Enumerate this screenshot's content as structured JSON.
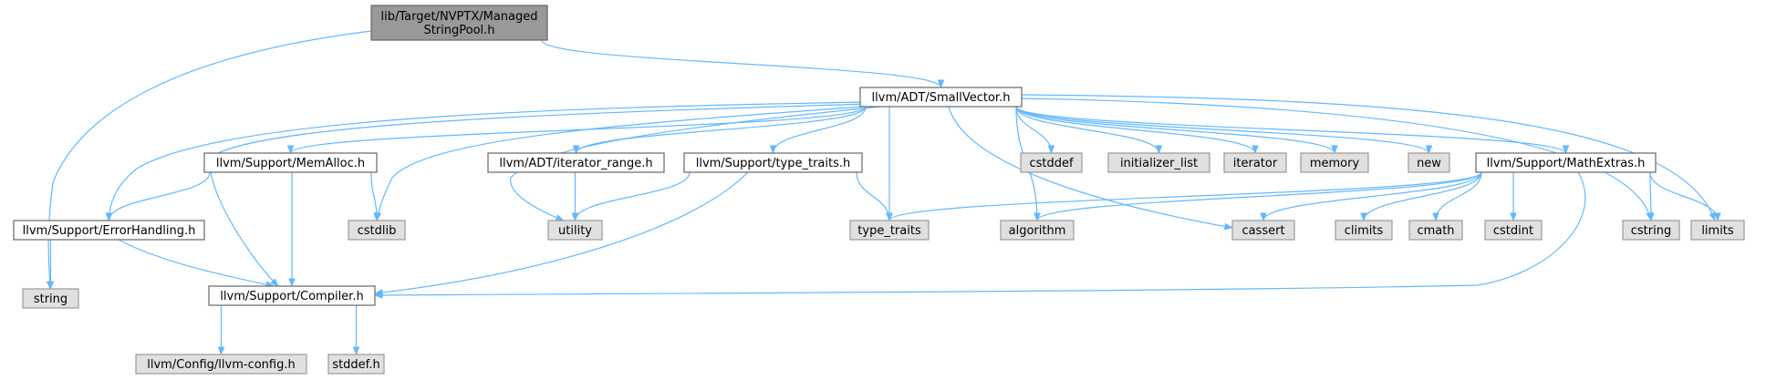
{
  "colors": {
    "edge": "#63b8ff",
    "root_fill": "#999999",
    "linked_fill": "#ffffff",
    "external_fill": "#e0e0e0",
    "border": "#666666"
  },
  "nodes": {
    "root": {
      "lines": [
        "lib/Target/NVPTX/Managed",
        "StringPool.h"
      ],
      "kind": "root"
    },
    "smallvector": {
      "lines": [
        "llvm/ADT/SmallVector.h"
      ],
      "kind": "link"
    },
    "string": {
      "lines": [
        "string"
      ],
      "kind": "ext"
    },
    "memalloc": {
      "lines": [
        "llvm/Support/MemAlloc.h"
      ],
      "kind": "link"
    },
    "iterator_range": {
      "lines": [
        "llvm/ADT/iterator_range.h"
      ],
      "kind": "link"
    },
    "type_traits_h": {
      "lines": [
        "llvm/Support/type_traits.h"
      ],
      "kind": "link"
    },
    "cstddef": {
      "lines": [
        "cstddef"
      ],
      "kind": "ext"
    },
    "initializer_list": {
      "lines": [
        "initializer_list"
      ],
      "kind": "ext"
    },
    "iterator": {
      "lines": [
        "iterator"
      ],
      "kind": "ext"
    },
    "memory": {
      "lines": [
        "memory"
      ],
      "kind": "ext"
    },
    "new": {
      "lines": [
        "new"
      ],
      "kind": "ext"
    },
    "mathextras": {
      "lines": [
        "llvm/Support/MathExtras.h"
      ],
      "kind": "link"
    },
    "errorhandling": {
      "lines": [
        "llvm/Support/ErrorHandling.h"
      ],
      "kind": "link"
    },
    "cstdlib": {
      "lines": [
        "cstdlib"
      ],
      "kind": "ext"
    },
    "utility": {
      "lines": [
        "utility"
      ],
      "kind": "ext"
    },
    "type_traits": {
      "lines": [
        "type_traits"
      ],
      "kind": "ext"
    },
    "algorithm": {
      "lines": [
        "algorithm"
      ],
      "kind": "ext"
    },
    "cassert": {
      "lines": [
        "cassert"
      ],
      "kind": "ext"
    },
    "climits": {
      "lines": [
        "climits"
      ],
      "kind": "ext"
    },
    "cmath": {
      "lines": [
        "cmath"
      ],
      "kind": "ext"
    },
    "cstdint": {
      "lines": [
        "cstdint"
      ],
      "kind": "ext"
    },
    "cstring": {
      "lines": [
        "cstring"
      ],
      "kind": "ext"
    },
    "limits": {
      "lines": [
        "limits"
      ],
      "kind": "ext"
    },
    "compiler": {
      "lines": [
        "llvm/Support/Compiler.h"
      ],
      "kind": "link"
    },
    "llvm_config": {
      "lines": [
        "llvm/Config/llvm-config.h"
      ],
      "kind": "ext"
    },
    "stddef": {
      "lines": [
        "stddef.h"
      ],
      "kind": "ext"
    }
  },
  "edges": [
    [
      "root",
      "smallvector"
    ],
    [
      "root",
      "string"
    ],
    [
      "smallvector",
      "errorhandling"
    ],
    [
      "smallvector",
      "compiler"
    ],
    [
      "smallvector",
      "memalloc"
    ],
    [
      "smallvector",
      "cstdlib"
    ],
    [
      "smallvector",
      "utility"
    ],
    [
      "smallvector",
      "iterator_range"
    ],
    [
      "smallvector",
      "type_traits_h"
    ],
    [
      "smallvector",
      "type_traits"
    ],
    [
      "smallvector",
      "algorithm"
    ],
    [
      "smallvector",
      "cassert"
    ],
    [
      "smallvector",
      "cstddef"
    ],
    [
      "smallvector",
      "initializer_list"
    ],
    [
      "smallvector",
      "iterator"
    ],
    [
      "smallvector",
      "memory"
    ],
    [
      "smallvector",
      "new"
    ],
    [
      "smallvector",
      "mathextras"
    ],
    [
      "smallvector",
      "cstring"
    ],
    [
      "smallvector",
      "limits"
    ],
    [
      "memalloc",
      "errorhandling"
    ],
    [
      "memalloc",
      "cstdlib"
    ],
    [
      "memalloc",
      "compiler"
    ],
    [
      "iterator_range",
      "utility"
    ],
    [
      "type_traits_h",
      "utility"
    ],
    [
      "type_traits_h",
      "type_traits"
    ],
    [
      "type_traits_h",
      "compiler"
    ],
    [
      "errorhandling",
      "string"
    ],
    [
      "errorhandling",
      "compiler"
    ],
    [
      "mathextras",
      "type_traits"
    ],
    [
      "mathextras",
      "algorithm"
    ],
    [
      "mathextras",
      "cassert"
    ],
    [
      "mathextras",
      "climits"
    ],
    [
      "mathextras",
      "cmath"
    ],
    [
      "mathextras",
      "cstdint"
    ],
    [
      "mathextras",
      "cstring"
    ],
    [
      "mathextras",
      "limits"
    ],
    [
      "mathextras",
      "compiler"
    ],
    [
      "compiler",
      "llvm_config"
    ],
    [
      "compiler",
      "stddef"
    ]
  ]
}
